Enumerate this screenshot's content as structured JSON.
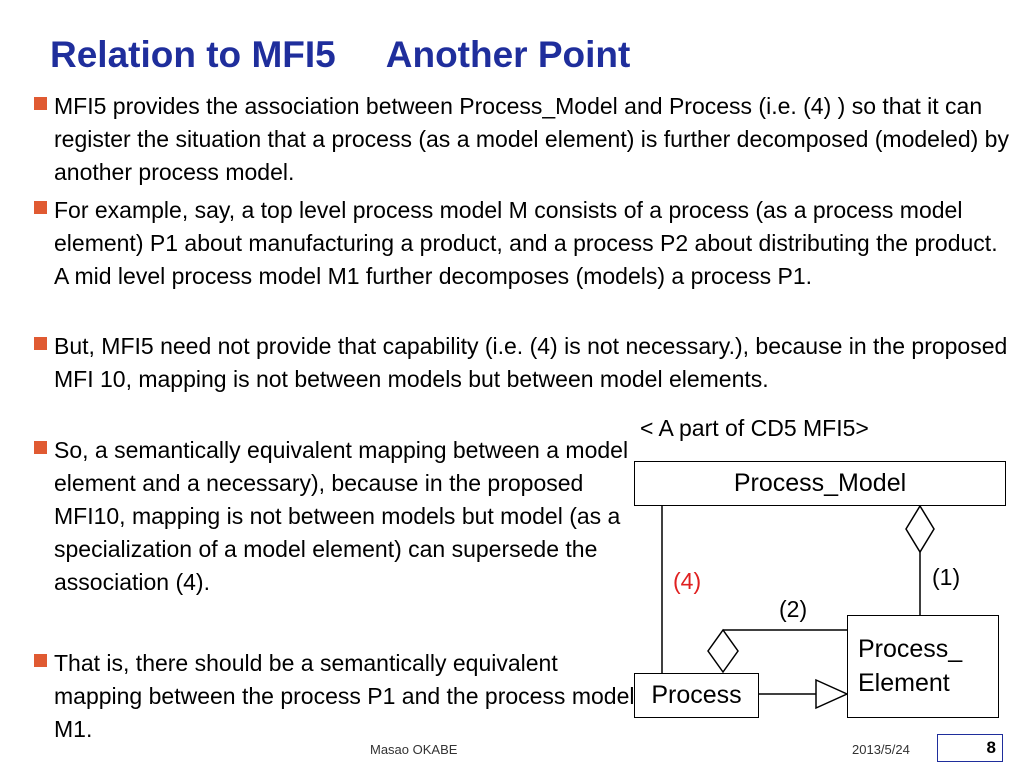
{
  "slide": {
    "title": "Relation to MFI5     Another Point",
    "bullets": [
      "MFI5 provides the association between Process_Model and Process (i.e. (4) ) so that it can register the situation that a process (as a model element)  is further decomposed (modeled) by another process model.",
      "For example, say, a top level process model M consists of a process (as a process model element) P1 about manufacturing a product, and a process P2 about distributing the product. A mid level process model M1 further decomposes (models) a process P1.",
      "But, MFI5 need not provide that capability (i.e. (4) is not necessary.), because in the proposed MFI 10, mapping is not between models but between model elements.",
      "So, a semantically equivalent mapping between a model element  and a necessary), because in the proposed MFI10, mapping is not between models but model (as a specialization of a model element) can supersede the association (4).",
      "That is, there should be a semantically equivalent mapping between the process P1 and the process model M1."
    ],
    "bullet_color": "#e05a32",
    "title_color": "#1f2e9c"
  },
  "diagram": {
    "caption": "< A part of CD5 MFI5>",
    "process_model": "Process_Model",
    "process_element_line1": "Process_",
    "process_element_line2": "Element",
    "process": "Process",
    "label_4": "(4)",
    "label_1": "(1)",
    "label_2": "(2)",
    "label_4_color": "#e02020"
  },
  "footer": {
    "author": "Masao OKABE",
    "date": "2013/5/24",
    "page": "8"
  }
}
